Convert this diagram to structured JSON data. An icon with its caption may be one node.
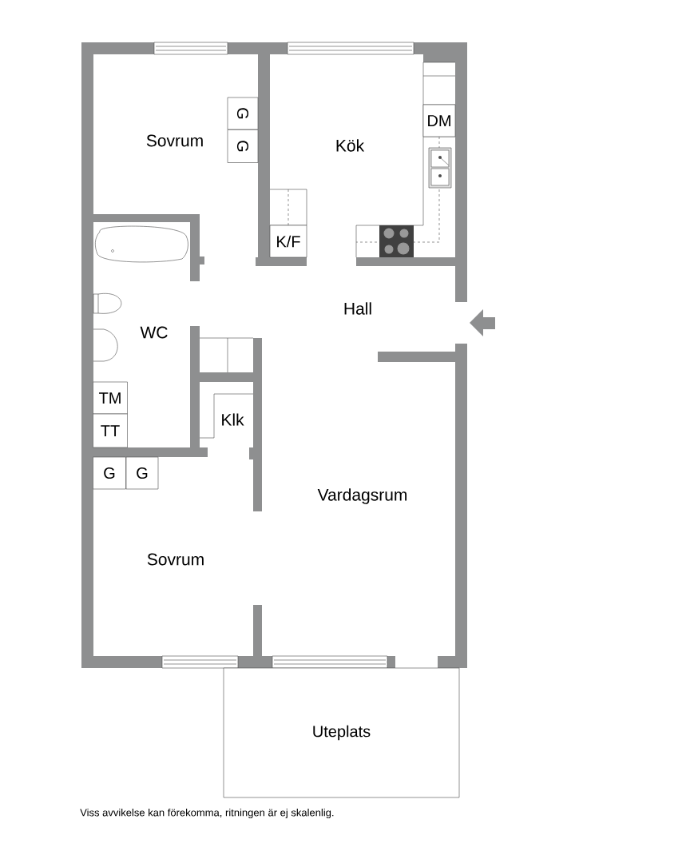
{
  "diagram": {
    "caption": "Viss avvikelse kan förekomma, ritningen är ej skalenlig.",
    "nodes": [
      {
        "text": [
          "G"
        ]
      },
      {
        "text": [
          "G"
        ]
      },
      {
        "text": [
          "DM"
        ]
      },
      {
        "text": [
          "K/F"
        ]
      },
      {
        "text": [
          "TM"
        ]
      },
      {
        "text": [
          "TT"
        ]
      },
      {
        "text": [
          "G"
        ]
      },
      {
        "text": [
          "G"
        ]
      },
      {
        "text": [
          "Uteplats"
        ]
      }
    ],
    "labels": [
      "Sovrum",
      "Kök",
      "Hall",
      "WC",
      "Klk",
      "Vardagsrum",
      "Sovrum"
    ]
  }
}
